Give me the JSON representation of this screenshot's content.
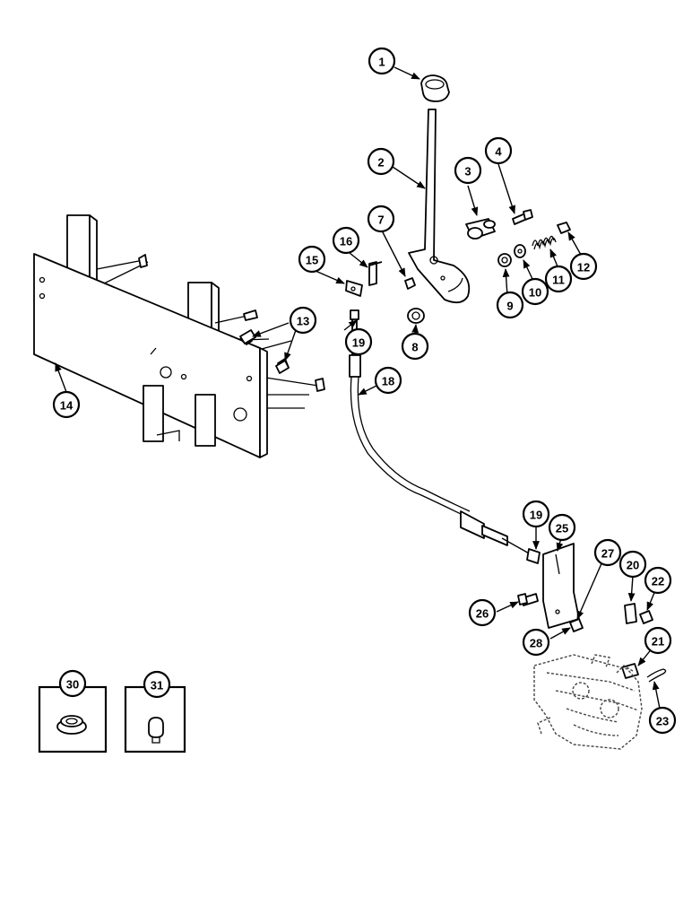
{
  "callouts": {
    "c1": "1",
    "c2": "2",
    "c3": "3",
    "c4": "4",
    "c5": "7",
    "c6": "15",
    "c7": "16",
    "c8": "13",
    "c9": "14",
    "c10": "19",
    "c11": "8",
    "c12": "12",
    "c13": "11",
    "c14": "10",
    "c15": "9",
    "c16": "18",
    "c17": "19",
    "c18": "25",
    "c19": "27",
    "c20": "20",
    "c21": "22",
    "c22": "26",
    "c23": "28",
    "c24": "21",
    "c25": "23",
    "c26": "30",
    "c27": "31"
  }
}
